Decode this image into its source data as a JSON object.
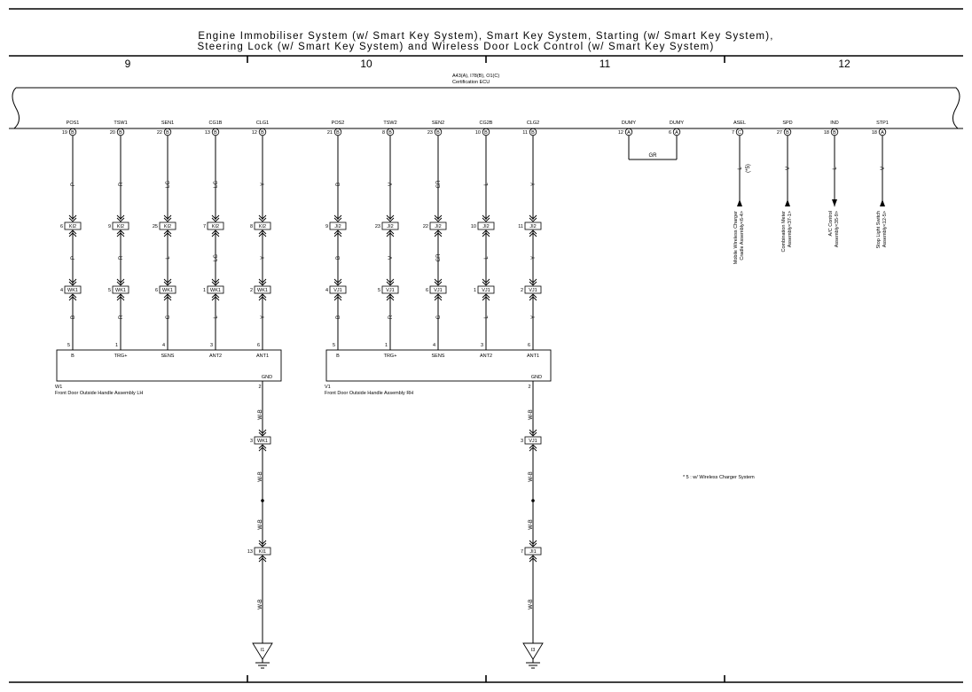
{
  "title": {
    "line1": "Engine Immobiliser System (w/ Smart Key System),  Smart Key System,  Starting (w/ Smart Key System),",
    "line2": "Steering Lock (w/ Smart Key System) and Wireless Door Lock Control (w/ Smart Key System)"
  },
  "columns": [
    "9",
    "10",
    "11",
    "12"
  ],
  "ecu": {
    "ref": "A43(A), I78(B), O1(C)",
    "name": "Certification ECU",
    "pins": [
      {
        "label": "POS1",
        "num": "19",
        "conn": "B"
      },
      {
        "label": "TSW1",
        "num": "20",
        "conn": "B"
      },
      {
        "label": "SEN1",
        "num": "22",
        "conn": "B"
      },
      {
        "label": "CG1B",
        "num": "13",
        "conn": "B"
      },
      {
        "label": "CLG1",
        "num": "12",
        "conn": "B"
      },
      {
        "label": "POS2",
        "num": "21",
        "conn": "B"
      },
      {
        "label": "TSW2",
        "num": "8",
        "conn": "B"
      },
      {
        "label": "SEN2",
        "num": "23",
        "conn": "B"
      },
      {
        "label": "CG2B",
        "num": "10",
        "conn": "B"
      },
      {
        "label": "CLG2",
        "num": "11",
        "conn": "B"
      },
      {
        "label": "DUMY",
        "num": "12",
        "conn": "A"
      },
      {
        "label": "DUMY",
        "num": "6",
        "conn": "A"
      },
      {
        "label": "ASEL",
        "num": "7",
        "conn": "C"
      },
      {
        "label": "SPD",
        "num": "27",
        "conn": "B"
      },
      {
        "label": "IND",
        "num": "18",
        "conn": "B"
      },
      {
        "label": "STP1",
        "num": "18",
        "conn": "A"
      }
    ]
  },
  "dumy_wire": "GR",
  "wires_top": [
    "P",
    "R",
    "LG",
    "LG",
    "Y",
    "B",
    "V",
    "GR",
    "L",
    "Y"
  ],
  "ki2_pins": [
    "6",
    "9",
    "25",
    "7",
    "8"
  ],
  "ki2_label": "KI2",
  "ji2_pins": [
    "9",
    "23",
    "22",
    "10",
    "11"
  ],
  "ji2_label": "JI2",
  "wires_mid": [
    "P",
    "R",
    "L",
    "LG",
    "Y",
    "B",
    "V",
    "GR",
    "L",
    "Y"
  ],
  "wk1_pins": [
    "4",
    "5",
    "6",
    "1",
    "2"
  ],
  "wk1_label": "WK1",
  "vj1_pins": [
    "4",
    "5",
    "6",
    "1",
    "2"
  ],
  "vj1_label": "VJ1",
  "wires_bot": [
    "B",
    "R",
    "G",
    "L",
    "Y",
    "B",
    "R",
    "G",
    "L",
    "Y"
  ],
  "handle_pin_nums": [
    "5",
    "1",
    "4",
    "3",
    "6"
  ],
  "handle_pin_labels": [
    "B",
    "TRG+",
    "SENS",
    "ANT2",
    "ANT1"
  ],
  "handle_gnd": "GND",
  "handle_lh": {
    "ref": "W1",
    "name": "Front Door Outside Handle Assembly LH",
    "gnd_pin": "2"
  },
  "handle_rh": {
    "ref": "V1",
    "name": "Front Door Outside Handle Assembly RH",
    "gnd_pin": "2"
  },
  "ground_wire": "W-B",
  "lh_ground": {
    "conn1_pin": "3",
    "conn1": "WK1",
    "conn2_pin": "13",
    "conn2": "KI1",
    "ground": "I1"
  },
  "rh_ground": {
    "conn1_pin": "3",
    "conn1": "VJ1",
    "conn2_pin": "7",
    "conn2": "JI1",
    "ground": "I3"
  },
  "right_wires": [
    {
      "color": "L",
      "note": "(*5)",
      "dest1": "Mobile Wireless Charger",
      "dest2": "Cradle Assembly<6-4>"
    },
    {
      "color": "V",
      "note": "",
      "dest1": "Combination Meter",
      "dest2": "Assembly<37-1>"
    },
    {
      "color": "L",
      "note": "",
      "dest1": "A/C Control",
      "dest2": "Assembly<35-9>"
    },
    {
      "color": "V",
      "note": "",
      "dest1": "Stop Light Switch",
      "dest2": "Assembly<12-5>"
    }
  ],
  "footnote": "* 5 : w/ Wireless Charger System"
}
